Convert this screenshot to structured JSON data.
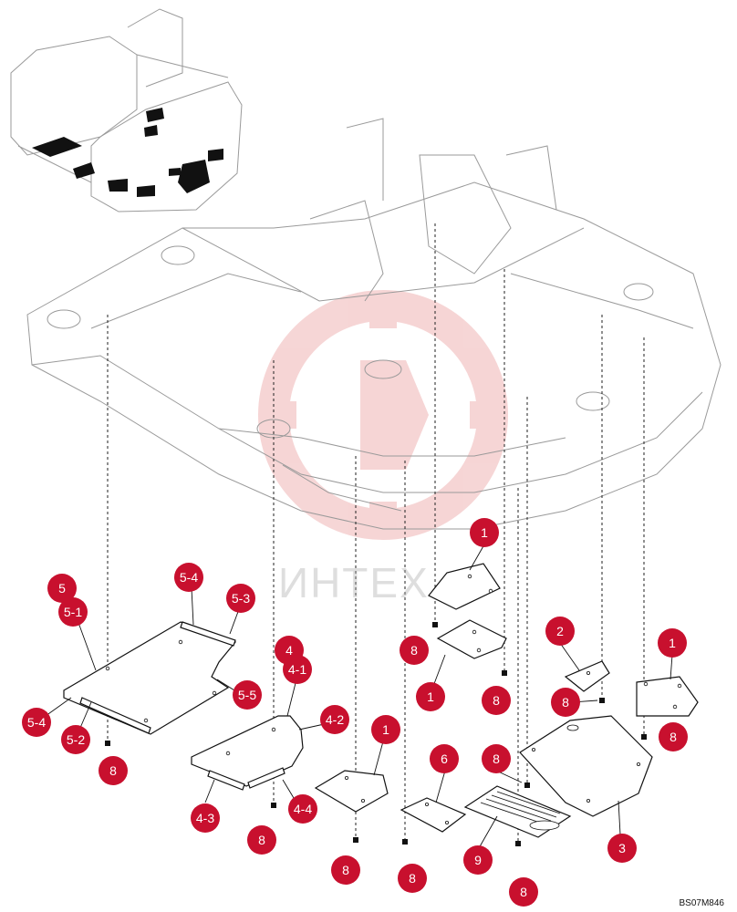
{
  "watermark": {
    "text": "ИНТЕХ"
  },
  "figure_code": "BS07M846",
  "callouts": [
    {
      "id": "c1a",
      "label": "1"
    },
    {
      "id": "c8a",
      "label": "8"
    },
    {
      "id": "c1b",
      "label": "1"
    },
    {
      "id": "c8b",
      "label": "8"
    },
    {
      "id": "c2",
      "label": "2"
    },
    {
      "id": "c8c",
      "label": "8"
    },
    {
      "id": "c1c",
      "label": "1"
    },
    {
      "id": "c8d",
      "label": "8"
    },
    {
      "id": "c5",
      "label": "5"
    },
    {
      "id": "c51",
      "label": "5-1"
    },
    {
      "id": "c54a",
      "label": "5-4"
    },
    {
      "id": "c53",
      "label": "5-3"
    },
    {
      "id": "c55",
      "label": "5-5"
    },
    {
      "id": "c54b",
      "label": "5-4"
    },
    {
      "id": "c52",
      "label": "5-2"
    },
    {
      "id": "c8e",
      "label": "8"
    },
    {
      "id": "c4",
      "label": "4"
    },
    {
      "id": "c41",
      "label": "4-1"
    },
    {
      "id": "c42",
      "label": "4-2"
    },
    {
      "id": "c43",
      "label": "4-3"
    },
    {
      "id": "c44",
      "label": "4-4"
    },
    {
      "id": "c8f",
      "label": "8"
    },
    {
      "id": "c1d",
      "label": "1"
    },
    {
      "id": "c8g",
      "label": "8"
    },
    {
      "id": "c6",
      "label": "6"
    },
    {
      "id": "c8h",
      "label": "8"
    },
    {
      "id": "c8i",
      "label": "8"
    },
    {
      "id": "c9",
      "label": "9"
    },
    {
      "id": "c8j",
      "label": "8"
    },
    {
      "id": "c3",
      "label": "3"
    }
  ],
  "colors": {
    "callout": "#c8102e",
    "watermark": "#e8a0a0"
  }
}
